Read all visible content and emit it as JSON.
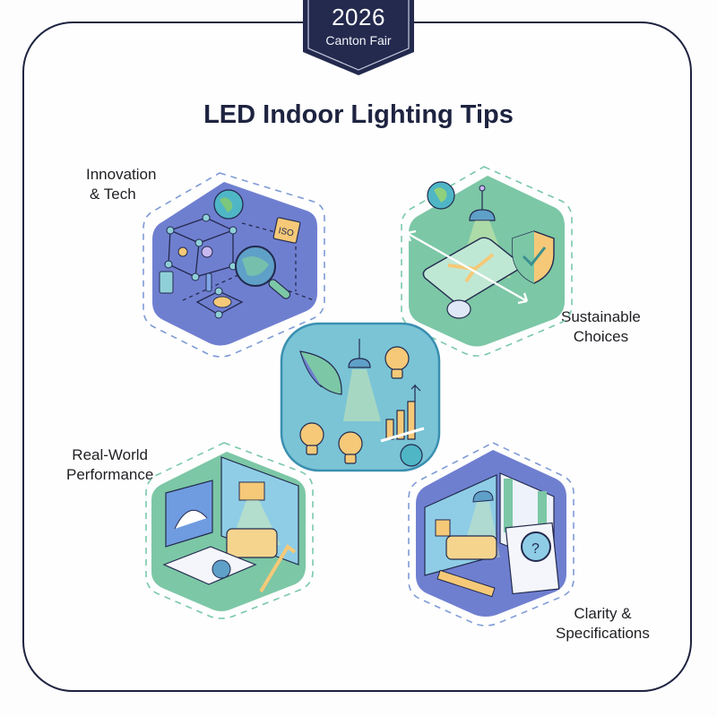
{
  "badge": {
    "year": "2026",
    "subtitle": "Canton Fair",
    "color": "#232a4e"
  },
  "title": "LED Indoor Lighting Tips",
  "colors": {
    "frame": "#1e2340",
    "violet_tile": "#6f7fd0",
    "green_tile": "#7cc7a6",
    "center_tile": "#7ac4d6",
    "center_border": "#3a8fb0",
    "accent_yellow": "#f5c978"
  },
  "sections": [
    {
      "id": "innovation",
      "label_line1": "Innovation",
      "label_line2": "& Tech",
      "icon": "network-globe-iso-magnifier-icon"
    },
    {
      "id": "sustainable",
      "label_line1": "Sustainable",
      "label_line2": "Choices",
      "icon": "tablet-map-shield-lamp-icon"
    },
    {
      "id": "center",
      "icon": "leaf-bulbs-lamp-growth-chart-icon"
    },
    {
      "id": "performance",
      "label_line1": "Real-World",
      "label_line2": "Performance",
      "icon": "room-gauge-manual-sofa-icon"
    },
    {
      "id": "clarity",
      "label_line1": "Clarity &",
      "label_line2": "Specifications",
      "icon": "room-spec-sheet-magnifier-ruler-icon"
    }
  ]
}
